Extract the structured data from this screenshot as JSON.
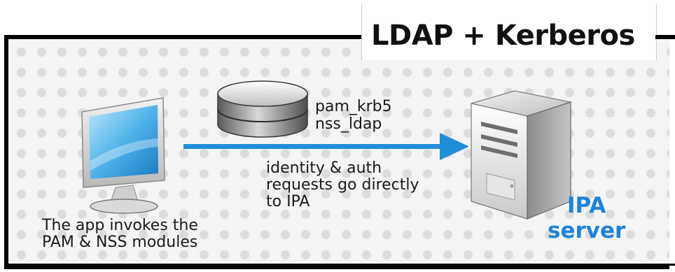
{
  "title": "LDAP + Kerberos",
  "modules": {
    "line1": "pam_krb5",
    "line2": "nss_ldap"
  },
  "request_caption": {
    "line1": "identity & auth",
    "line2": "requests go directly",
    "line3": "to IPA"
  },
  "client_caption": {
    "line1": "The app invokes the",
    "line2": "PAM & NSS modules"
  },
  "server": {
    "line1": "IPA",
    "line2": "server"
  },
  "colors": {
    "arrow": "#1e8fd8",
    "server_label": "#1e84d6",
    "frame": "#000000"
  },
  "icons": {
    "client": "computer-monitor-icon",
    "modules": "database-disk-icon",
    "server": "server-tower-icon"
  }
}
